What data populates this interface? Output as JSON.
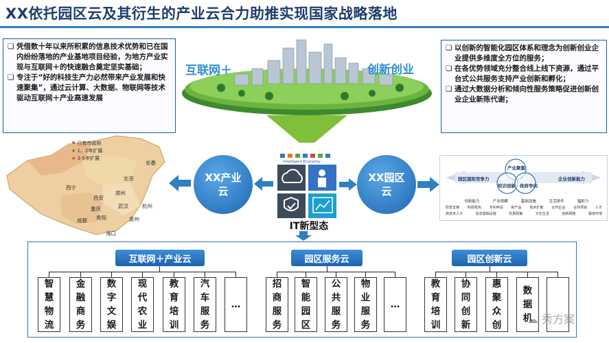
{
  "title": "XX依托园区云及其衍生的产业云合力助推实现国家战略落地",
  "left_box": {
    "bullets": [
      "凭借数十年以来所积累的信息技术优势和已在国内纷纷落地的产业基地项目经验，为地方产业实现与互联网＋的快速融合奠定坚实基础；",
      "专注于“好的科技生产力必然带来产业发展和快速聚集”，通过云计算、大数据、物联网等技术驱动互联网＋产业高速发展"
    ]
  },
  "right_box": {
    "bullets": [
      "以创新的智能化园区体系和理念为创新创业企业提供多维度全方位的服务；",
      "在各优势领域充分整合线上线下资源，通过平台式公共服务支持产业创新和孵化；",
      "通过大数据分析和倾向性服务策略促进创新创业企业新陈代谢；"
    ]
  },
  "label_internet": "互联网＋",
  "label_innovation": "创新创业",
  "circle_left": "XX产业云",
  "circle_right": "XX园区云",
  "it_label": "IT新型态",
  "it_caption": "Intelligent Economy",
  "map": {
    "legend": [
      "已有市政府",
      "1、2年扩展",
      "3-5年扩展"
    ],
    "cities": [
      "长春",
      "北京",
      "西宁",
      "郑州",
      "西安",
      "重庆",
      "武汉",
      "杭州",
      "成都",
      "贵阳",
      "泉州",
      "海口"
    ]
  },
  "diagram": {
    "nodes": [
      "产业聚集",
      "知识创新",
      "政府导向",
      "园区国际竞争力",
      "企业创新能力"
    ],
    "row1": [
      "创新能力",
      "产业规模",
      "基础设施",
      "生活条件",
      "辐射力"
    ],
    "row2": [
      "研发支撑",
      "科研机构",
      "专利申请",
      "新产品",
      "技术扩散",
      "合作企业",
      "合作项目",
      "人才"
    ],
    "row3": [
      "高技术人才",
      "信息基础设施",
      "优惠政策",
      "文化生活",
      "创新网络",
      "融资环境"
    ]
  },
  "categories": [
    "互联网＋产业云",
    "园区服务云",
    "园区创新云"
  ],
  "groups": [
    [
      "智慧物流",
      "金融商务",
      "数字文娱",
      "现代农业",
      "教育培训",
      "汽车服务",
      "…"
    ],
    [
      "招商服务",
      "智能园区",
      "公共服务",
      "物业服务",
      "…"
    ],
    [
      "教育培训",
      "协同创新",
      "惠聚众创",
      "数据机",
      ""
    ]
  ],
  "watermark": "秀方案",
  "colors": {
    "accent": "#2f7fc1",
    "title": "#1f3d6b",
    "label": "#2f8fd0"
  }
}
